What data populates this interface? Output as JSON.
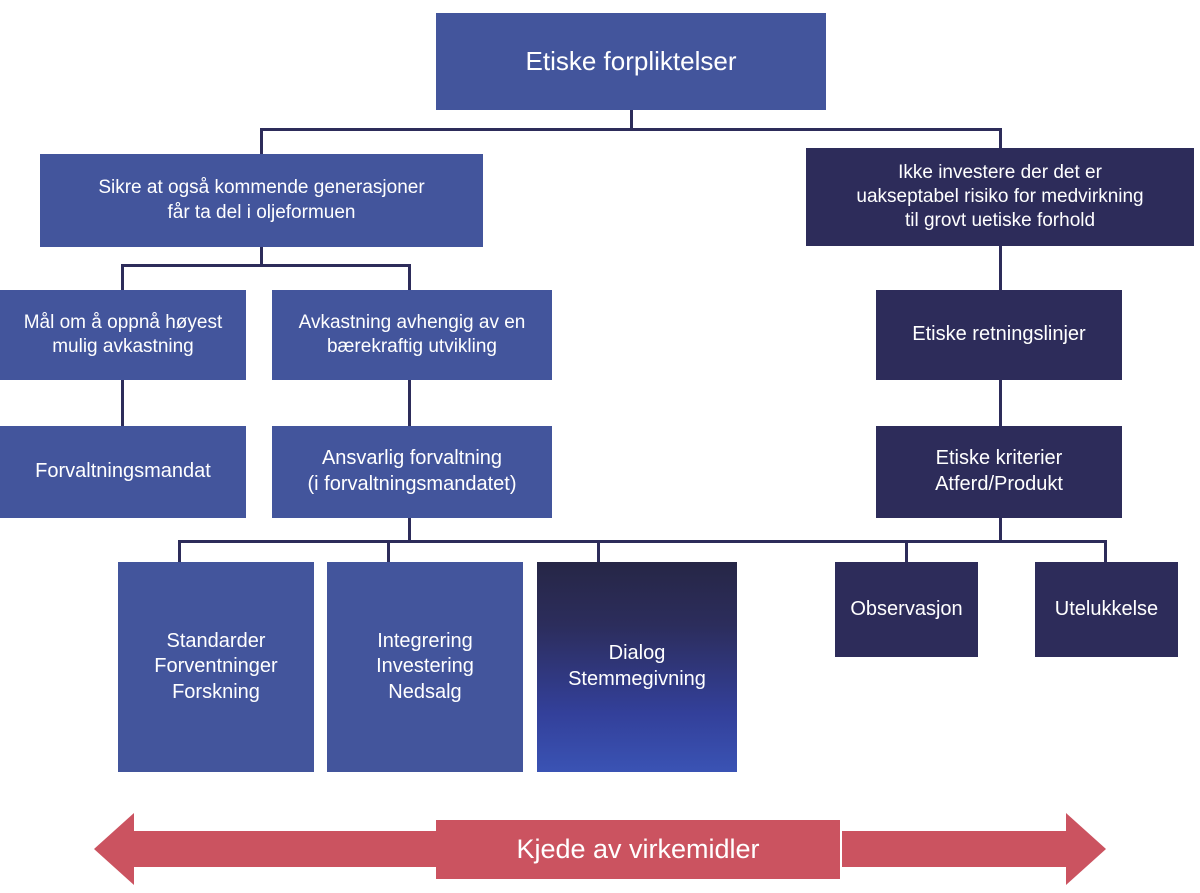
{
  "diagram": {
    "title_node": {
      "label": "Etiske forpliktelser",
      "color": "#43559C"
    },
    "nodes": [
      {
        "id": "root",
        "label": "Etiske forpliktelser",
        "color": "#43559C",
        "font_size": 26
      },
      {
        "id": "left-l1",
        "label": "Sikre at også kommende generasjoner\nfår ta del i oljeformuen",
        "color": "#43559C",
        "font_size": 19
      },
      {
        "id": "right-l1",
        "label": "Ikke investere der det er\nuakseptabel risiko for medvirkning\ntil grovt uetiske forhold",
        "color": "#2D2C5A",
        "font_size": 19
      },
      {
        "id": "left-l2a",
        "label": "Mål om å oppnå høyest\nmulig avkastning",
        "color": "#43559C",
        "font_size": 19
      },
      {
        "id": "left-l2b",
        "label": "Avkastning avhengig av en\nbærekraftig utvikling",
        "color": "#43559C",
        "font_size": 19
      },
      {
        "id": "right-l2",
        "label": "Etiske retningslinjer",
        "color": "#2D2C5A",
        "font_size": 20
      },
      {
        "id": "left-l3a",
        "label": "Forvaltningsmandat",
        "color": "#43559C",
        "font_size": 20
      },
      {
        "id": "left-l3b",
        "label": "Ansvarlig forvaltning\n(i forvaltningsmandatet)",
        "color": "#43559C",
        "font_size": 20
      },
      {
        "id": "right-l3",
        "label": "Etiske kriterier\nAtferd/Produkt",
        "color": "#2D2C5A",
        "font_size": 20
      },
      {
        "id": "leaf-1",
        "label": "Standarder\nForventninger\nForskning",
        "color": "#43559C",
        "font_size": 20
      },
      {
        "id": "leaf-2",
        "label": "Integrering\nInvestering\nNedsalg",
        "color": "#43559C",
        "font_size": 20
      },
      {
        "id": "leaf-3",
        "label": "Dialog\nStemmegivning",
        "color": "gradient navy-to-blue",
        "font_size": 20
      },
      {
        "id": "leaf-4",
        "label": "Observasjon",
        "color": "#2D2C5A",
        "font_size": 20
      },
      {
        "id": "leaf-5",
        "label": "Utelukkelse",
        "color": "#2D2C5A",
        "font_size": 20
      }
    ],
    "banner": {
      "label": "Kjede av virkemidler",
      "color": "#CB5360",
      "left_arrow": "arrow-left",
      "right_arrow": "arrow-right"
    },
    "colors": {
      "blue": "#43559C",
      "navy": "#2D2C5A",
      "red": "#CB5360",
      "connector": "#2D2C5A",
      "background": "#FFFFFF",
      "text": "#FFFFFF"
    }
  }
}
